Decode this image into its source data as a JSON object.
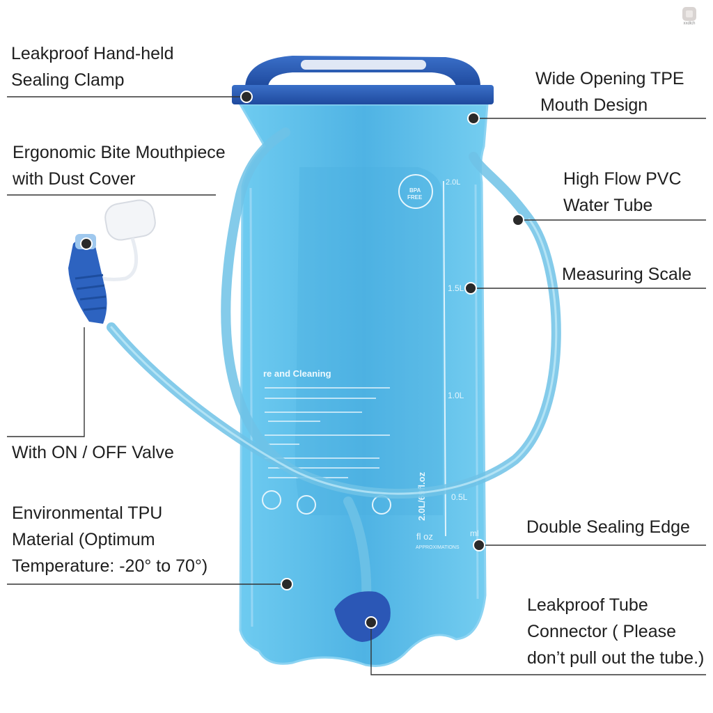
{
  "labels": {
    "clamp": [
      "Leakproof Hand-held",
      "Sealing Clamp"
    ],
    "mouthpiece": [
      "Ergonomic Bite Mouthpiece",
      "with Dust Cover"
    ],
    "valve": [
      "With ON / OFF Valve"
    ],
    "tpu": [
      "Environmental TPU",
      "Material (Optimum",
      "Temperature: -20° to 70°)"
    ],
    "opening": [
      "Wide Opening TPE",
      " Mouth Design"
    ],
    "tube": [
      "High Flow PVC",
      "Water Tube"
    ],
    "scale": [
      "Measuring Scale"
    ],
    "edge": [
      "Double Sealing Edge"
    ],
    "connector": [
      "Leakproof Tube",
      "Connector ( Please",
      "don’t pull out the tube.)"
    ]
  },
  "bag_printing": {
    "badge_line1": "BPA",
    "badge_line2": "FREE",
    "scale_2l": "2.0L",
    "scale_15l": "1.5L",
    "scale_1l": "1.0L",
    "scale_05l": "0.5L",
    "scale_ml": "ml",
    "capacity": "2.0L/69fl.oz",
    "floz": "fl oz",
    "approx": "APPROXIMATIONS",
    "care_title": "re and Cleaning"
  },
  "watermark": {
    "text": "xxdlch"
  },
  "colors": {
    "bag": "#5cbde8",
    "tube": "#6fc2e6",
    "clamp": "#2f5fb6",
    "mouthpiece": "#2d63c0",
    "leader": "#333333",
    "dot": "#2a2a2a"
  },
  "icons": [
    "dot-marker-icon",
    "bpa-free-badge-icon",
    "leaf-icon",
    "globe-icon",
    "cup-icon"
  ]
}
